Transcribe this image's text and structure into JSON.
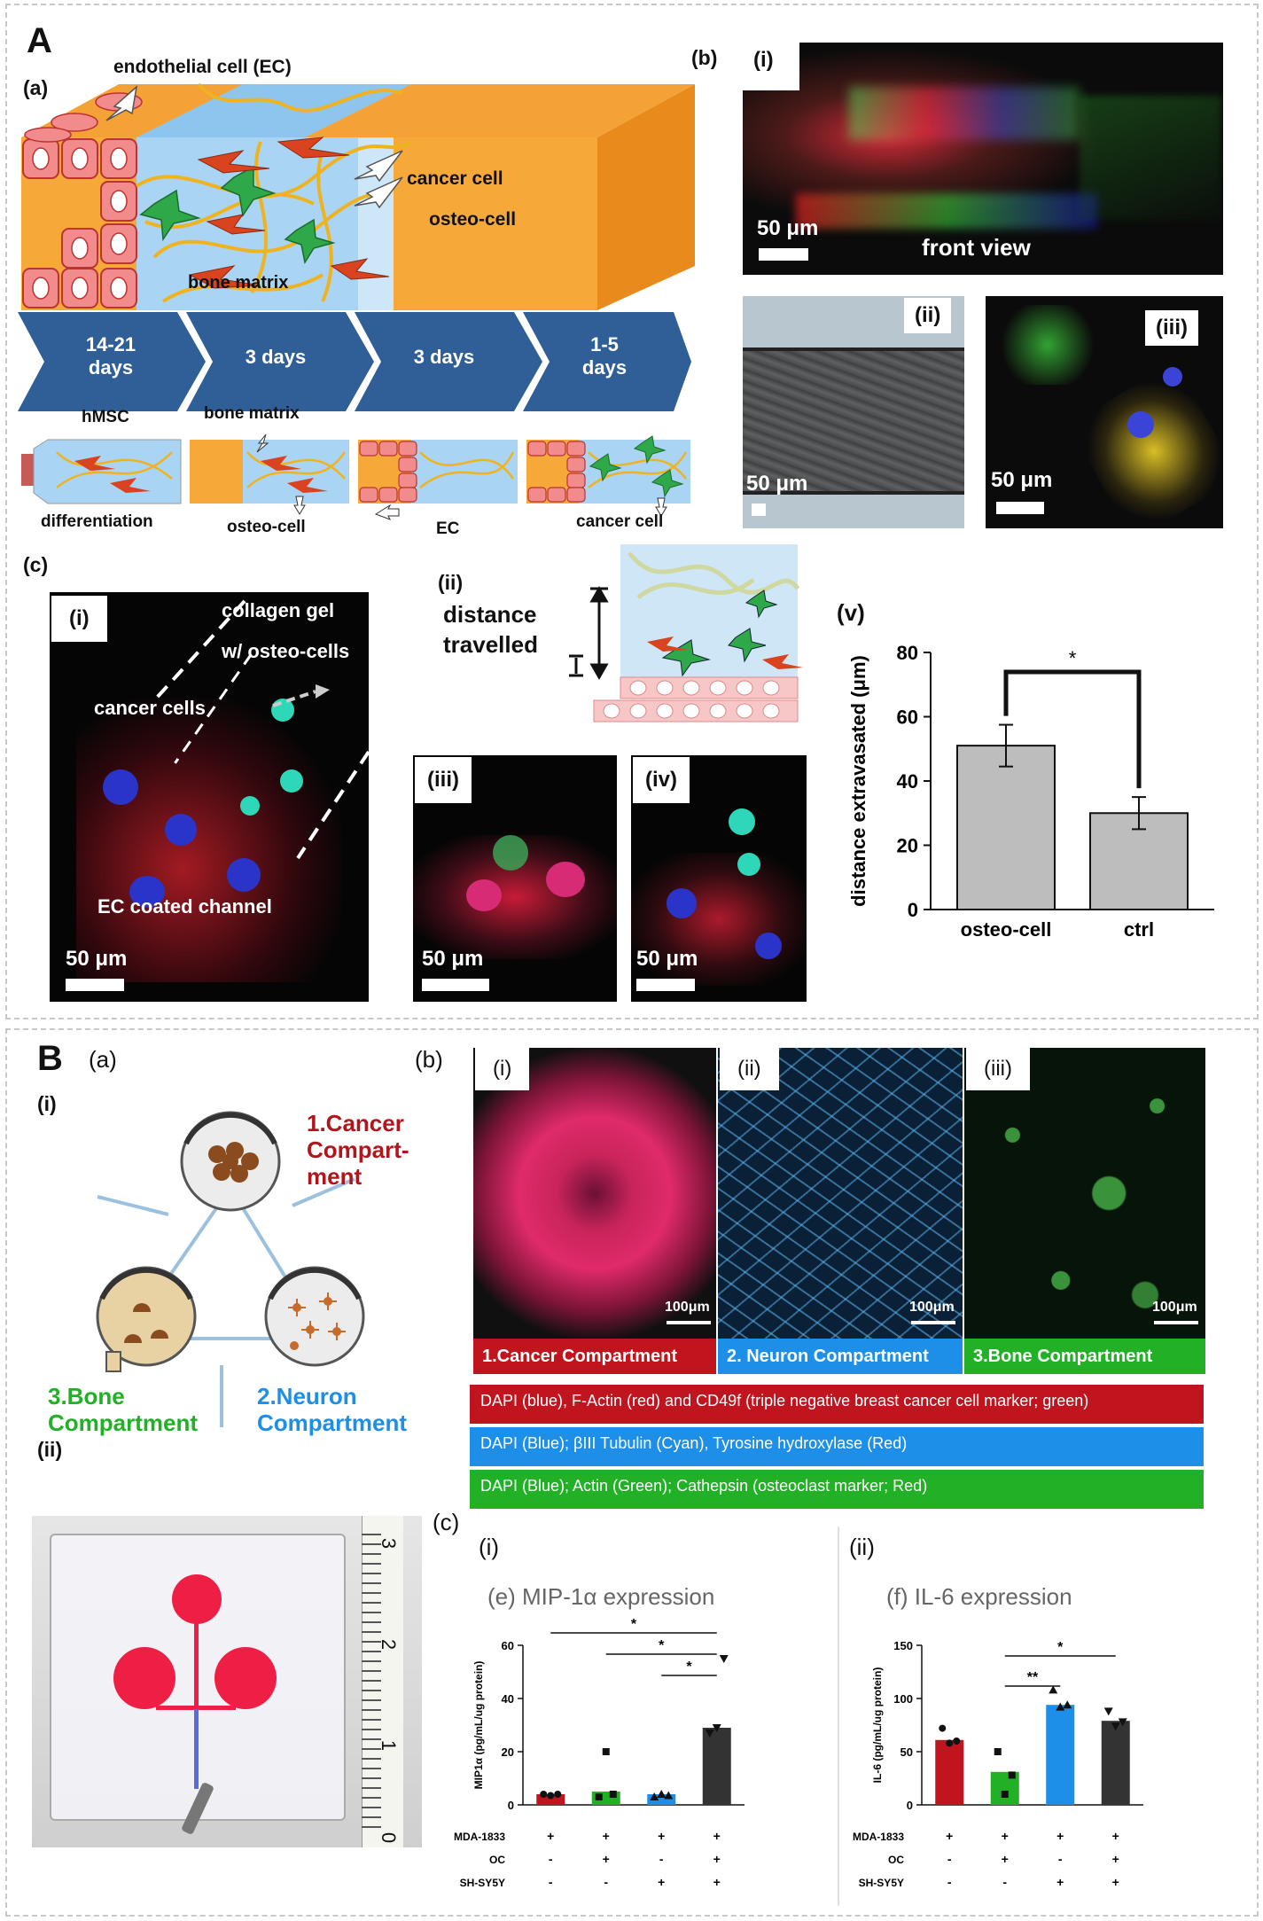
{
  "panelA": {
    "label": "A",
    "a": {
      "label": "(a)",
      "labels": {
        "ec": "endothelial cell (EC)",
        "cancer": "cancer cell",
        "osteo": "osteo-cell",
        "matrix": "bone matrix"
      },
      "steps": [
        "14-21\ndays",
        "3 days",
        "3 days",
        "1-5\ndays"
      ],
      "step_labels": {
        "hmsc": "hMSC",
        "diff": "differentiation",
        "bone_matrix": "bone matrix",
        "osteo_cell": "osteo-cell",
        "ec": "EC",
        "cancer_cell": "cancer cell"
      }
    },
    "b": {
      "label": "(b)",
      "i": {
        "tag": "(i)",
        "scale": "50 μm",
        "caption": "front view"
      },
      "ii": {
        "tag": "(ii)",
        "scale": "50 μm"
      },
      "iii": {
        "tag": "(iii)",
        "scale": "50 μm"
      }
    },
    "c": {
      "label": "(c)",
      "i": {
        "tag": "(i)",
        "gel1": "collagen gel",
        "gel2": "w/ osteo-cells",
        "cancer": "cancer cells",
        "channel": "EC coated channel",
        "scale": "50 μm"
      },
      "ii": {
        "tag": "(ii)",
        "line1": "distance",
        "line2": "travelled"
      },
      "iii": {
        "tag": "(iii)",
        "scale": "50 μm"
      },
      "iv": {
        "tag": "(iv)",
        "scale": "50 μm"
      },
      "v": {
        "tag": "(v)"
      }
    }
  },
  "panelB": {
    "label": "B",
    "a": {
      "label": "(a)",
      "i": "(i)",
      "ii": "(ii)",
      "cancer": [
        "1.Cancer",
        "Compart-",
        "ment"
      ],
      "bone": [
        "3.Bone",
        "Compartment"
      ],
      "neuron": [
        "2.Neuron",
        "Compartment"
      ],
      "ruler_ticks": [
        "3",
        "2",
        "1",
        "0"
      ]
    },
    "b": {
      "label": "(b)",
      "tags": [
        "(i)",
        "(ii)",
        "(iii)"
      ],
      "scale": "100μm",
      "compartments": [
        "1.Cancer Compartment",
        "2. Neuron Compartment",
        "3.Bone Compartment"
      ],
      "legend": [
        "DAPI (blue), F-Actin (red) and CD49f (triple negative breast  cancer cell marker; green)",
        "DAPI (Blue); βIII Tubulin (Cyan), Tyrosine hydroxylase (Red)",
        "DAPI (Blue); Actin (Green); Cathepsin (osteoclast marker; Red)"
      ]
    },
    "c": {
      "label": "(c)",
      "i": "(i)",
      "ii": "(ii)"
    }
  },
  "colors": {
    "red": "#c0141e",
    "blue": "#1e8fe8",
    "green": "#22b026",
    "dark": "#333333",
    "arrow": "#2f5f96"
  },
  "chart_data": [
    {
      "type": "bar",
      "categories": [
        "osteo-cell",
        "ctrl"
      ],
      "values": [
        51,
        30
      ],
      "errors": [
        6.5,
        5
      ],
      "ylabel": "distance extravasated (μm)",
      "ylim": [
        0,
        80
      ],
      "yticks": [
        0,
        20,
        40,
        60,
        80
      ],
      "significance": "*"
    },
    {
      "type": "bar",
      "title": "(e) MIP-1α  expression",
      "ylabel": "MIP1α (pg/mL/ug protein)",
      "ylim": [
        0,
        60
      ],
      "yticks": [
        0,
        20,
        40,
        60
      ],
      "values": [
        4,
        5,
        4,
        29
      ],
      "colors": [
        "#c0141e",
        "#22b026",
        "#1e8fe8",
        "#333333"
      ],
      "points": [
        [
          4,
          3.5,
          4
        ],
        [
          3,
          20,
          4
        ],
        [
          3,
          4,
          3.5
        ],
        [
          27,
          29,
          55
        ]
      ],
      "significance": [
        "*",
        "*",
        "*"
      ],
      "rows": [
        {
          "name": "MDA-1833",
          "signs": [
            "+",
            "+",
            "+",
            "+"
          ]
        },
        {
          "name": "OC",
          "signs": [
            "-",
            "+",
            "-",
            "+"
          ]
        },
        {
          "name": "SH-SY5Y",
          "signs": [
            "-",
            "-",
            "+",
            "+"
          ]
        }
      ]
    },
    {
      "type": "bar",
      "title": "(f) IL-6 expression",
      "ylabel": "IL-6 (pg/mL/ug protein)",
      "ylim": [
        0,
        150
      ],
      "yticks": [
        0,
        50,
        100,
        150
      ],
      "values": [
        61,
        31,
        94,
        79
      ],
      "colors": [
        "#c0141e",
        "#22b026",
        "#1e8fe8",
        "#333333"
      ],
      "points": [
        [
          72,
          58,
          60
        ],
        [
          50,
          10,
          28
        ],
        [
          108,
          92,
          94
        ],
        [
          88,
          74,
          78
        ]
      ],
      "significance": [
        "**",
        "*"
      ],
      "rows": [
        {
          "name": "MDA-1833",
          "signs": [
            "+",
            "+",
            "+",
            "+"
          ]
        },
        {
          "name": "OC",
          "signs": [
            "-",
            "+",
            "-",
            "+"
          ]
        },
        {
          "name": "SH-SY5Y",
          "signs": [
            "-",
            "-",
            "+",
            "+"
          ]
        }
      ]
    }
  ]
}
